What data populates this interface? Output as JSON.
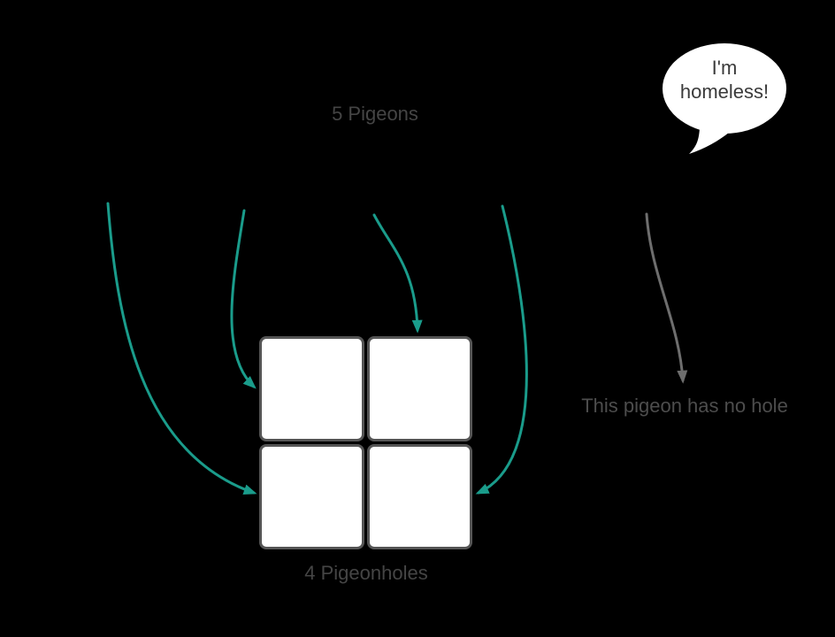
{
  "diagram": {
    "pigeons_label": "5 Pigeons",
    "pigeonholes_label": "4 Pigeonholes",
    "no_hole_label": "This pigeon has no hole",
    "speech_bubble": {
      "line1": "I'm",
      "line2": "homeless!"
    }
  },
  "colors": {
    "background": "#000000",
    "arrow_teal": "#1a9c8b",
    "arrow_gray": "#6e6e6e",
    "label_gray": "#454545",
    "note_gray": "#4d4d4d",
    "box_border": "#555555",
    "box_fill": "#ffffff",
    "bubble_fill": "#ffffff",
    "bubble_text": "#3a3a3a"
  }
}
